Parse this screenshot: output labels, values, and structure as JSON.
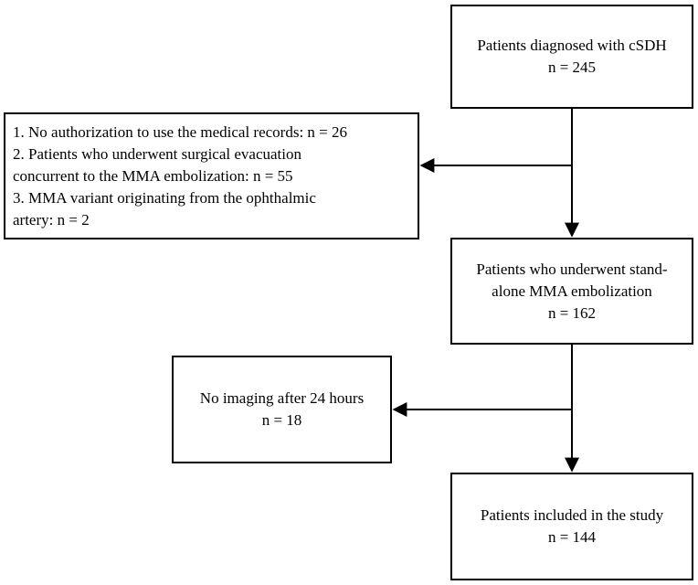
{
  "flowchart": {
    "box1": {
      "lines": [
        "Patients diagnosed with cSDH",
        "n = 245"
      ]
    },
    "exclusion1": {
      "lines": [
        "1. No authorization to use the medical records: n = 26",
        "2. Patients who underwent surgical evacuation",
        "concurrent to the MMA embolization: n = 55",
        "3. MMA variant originating from the ophthalmic",
        "artery: n = 2"
      ]
    },
    "box2": {
      "lines": [
        "Patients who underwent stand-",
        "alone MMA embolization",
        "n = 162"
      ]
    },
    "exclusion2": {
      "lines": [
        "No imaging after 24 hours",
        "n = 18"
      ]
    },
    "box3": {
      "lines": [
        "Patients included in the study",
        "n = 144"
      ]
    }
  }
}
